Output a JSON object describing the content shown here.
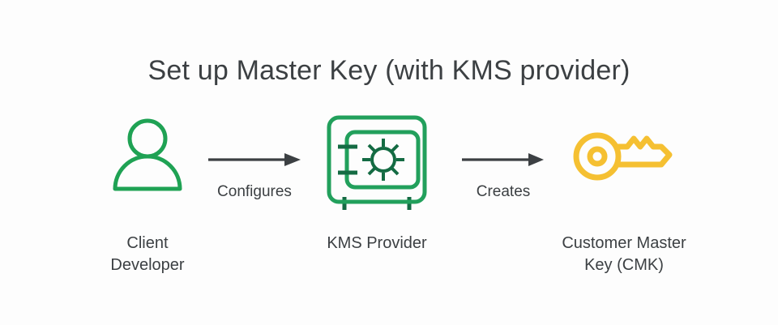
{
  "diagram": {
    "title": "Set up Master Key (with KMS provider)",
    "background_color": "#fdfdfd",
    "text_color": "#3c4043",
    "nodes": [
      {
        "id": "client-developer",
        "icon": "person-icon",
        "icon_color": "#1fa254",
        "label_lines": [
          "Client",
          "Developer"
        ]
      },
      {
        "id": "kms-provider",
        "icon": "safe-vault-icon",
        "icon_color": "#1fa254",
        "icon_accent_color": "#146b43",
        "label_lines": [
          "KMS Provider"
        ]
      },
      {
        "id": "customer-master-key",
        "icon": "key-icon",
        "icon_color": "#f5c032",
        "label_lines": [
          "Customer Master",
          "Key (CMK)"
        ]
      }
    ],
    "arrows": [
      {
        "id": "configures",
        "label": "Configures",
        "color": "#3c4043",
        "from": "client-developer",
        "to": "kms-provider"
      },
      {
        "id": "creates",
        "label": "Creates",
        "color": "#3c4043",
        "from": "kms-provider",
        "to": "customer-master-key"
      }
    ]
  }
}
